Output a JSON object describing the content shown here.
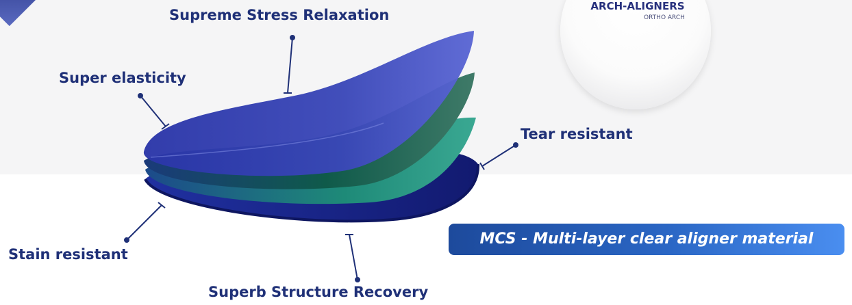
{
  "labels": {
    "supreme_stress": "Supreme Stress Relaxation",
    "super_elasticity": "Super elasticity",
    "tear_resistant": "Tear resistant",
    "stain_resistant": "Stain resistant",
    "superb_recovery": "Superb Structure Recovery"
  },
  "tagline": "MCS - Multi-layer clear aligner material",
  "brand": {
    "name": "ARCH-ALIGNERS",
    "subtitle": "ORTHO ARCH"
  },
  "colors": {
    "label_text": "#1f3077",
    "layer_blue_top": "#4a56c8",
    "layer_green": "#1e6b58",
    "layer_teal": "#2e9a8a",
    "layer_navy": "#16207a",
    "tagline_bg": "#2a66c4"
  }
}
